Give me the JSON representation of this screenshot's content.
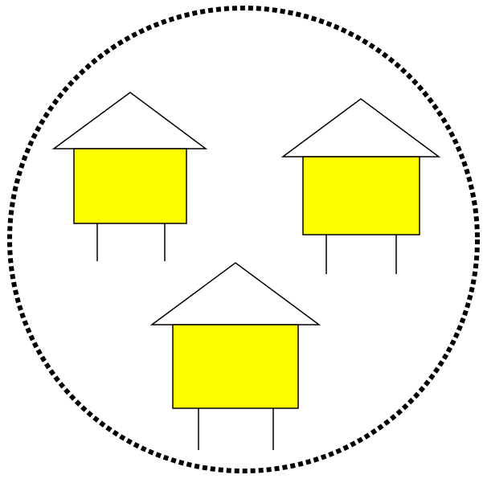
{
  "colors": {
    "background": "#ffffff",
    "outline": "#000000",
    "house_body": "#ffff00",
    "roof_fill": "#ffffff"
  },
  "boundary": {
    "style": "dotted circle"
  },
  "houses": [
    {
      "name": "top-left"
    },
    {
      "name": "top-right"
    },
    {
      "name": "bottom"
    }
  ]
}
